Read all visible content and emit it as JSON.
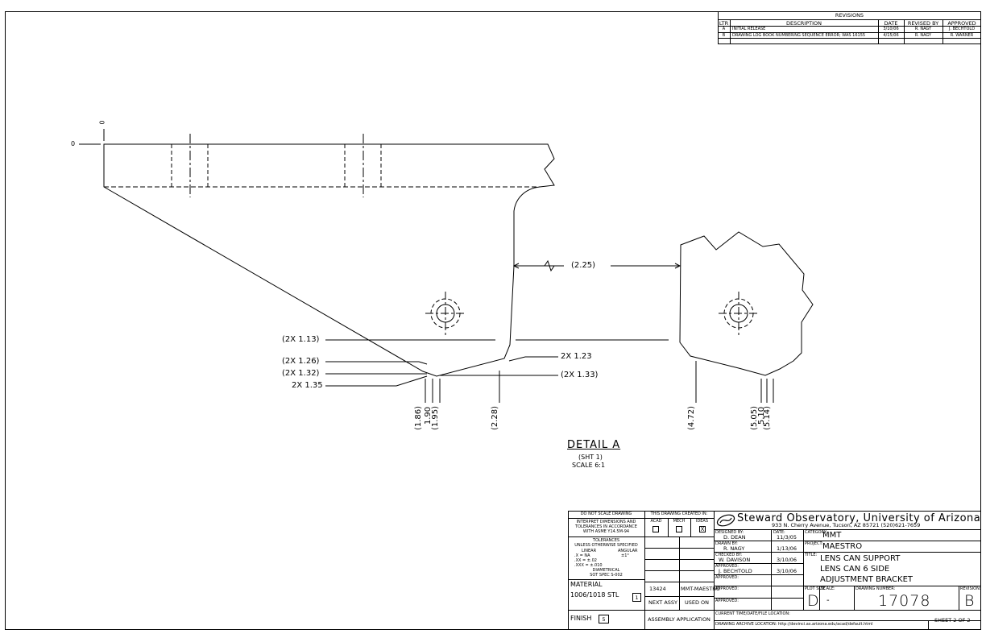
{
  "revisions": {
    "title": "REVISIONS",
    "headers": [
      "LTR",
      "DESCRIPTION",
      "DATE",
      "REVISED BY",
      "APPROVED"
    ],
    "rows": [
      [
        "A",
        "INITIAL RELEASE",
        "3/10/06",
        "R. NAGY",
        "J. BECHTOLD"
      ],
      [
        "B",
        "DRAWING LOG BOOK NUMBERING SEQUENCE ERROR; WAS 16155",
        "4/15/06",
        "R. NAGY",
        "R. WARNER"
      ]
    ]
  },
  "drawing": {
    "origin_x": "0",
    "origin_y": "0",
    "dim_gap": "(2.25)",
    "left_dims": [
      "(2X 1.13)",
      "(2X 1.26)",
      "(2X 1.32)",
      "2X 1.35"
    ],
    "right_dims": [
      "2X 1.23",
      "(2X 1.33)"
    ],
    "bottom_dims": [
      "(1.86)",
      "1.90",
      "(1.95)",
      "(2.28)",
      "(4.72)",
      "(5.05)",
      "5.10",
      "(5.14)"
    ]
  },
  "detail": {
    "title": "DETAIL A",
    "sheet": "(SHT 1)",
    "scale": "SCALE 6:1"
  },
  "titleblock": {
    "do_not_scale": "DO NOT SCALE DRAWING",
    "interpret": [
      "INTERPRET DIMENSIONS AND",
      "TOLERANCES IN ACCORDANCE",
      "WITH ASME Y14.5M-94"
    ],
    "tolerances_title": "TOLERANCES",
    "tolerances_sub": "UNLESS OTHERWISE SPECIFIED",
    "linear": "LINEAR",
    "angular": "ANGULAR",
    "tol_x": ".X  = NA",
    "tol_xx": ".XX  = ±.02",
    "tol_xxx": ".XXX = ±.010",
    "tol_ang": "±1°",
    "diametrical": "DIAMETRICAL",
    "sot_spec": "SOT SPEC S-002",
    "material_label": "MATERIAL",
    "material": "1006/1018 STL",
    "material_note": "1",
    "finish_label": "FINISH",
    "finish_note": "5",
    "created_in": "THIS DRAWING CREATED IN:",
    "cad_options": [
      "ACAD",
      "MECH",
      "IDEAS"
    ],
    "cad_checked": "X",
    "assy_number": "13424",
    "assy_name": "MMT-MAESTRO",
    "next_assy": "NEXT ASSY",
    "used_on": "USED ON",
    "assembly_app": "ASSEMBLY APPLICATION",
    "org_name": "Steward Observatory, University of Arizona",
    "org_address": "933 N. Cherry Avenue, Tucson, AZ  85721   (520)621-7659",
    "designed_label": "DESIGNED BY:",
    "designed_by": "D. DEAN",
    "date_label": "DATE:",
    "designed_date": "11/3/05",
    "drawn_label": "DRAWN BY:",
    "drawn_by": "R. NAGY",
    "drawn_date": "1/13/06",
    "checked_label": "CHECKED BY:",
    "checked_by": "W. DAVISON",
    "checked_date": "3/10/06",
    "approved_label": "APPROVED:",
    "approved_by": "J. BECHTOLD",
    "approved_date": "3/10/06",
    "category_label": "CATEGORY:",
    "category": "MMT",
    "project_label": "PROJECT:",
    "project": "MAESTRO",
    "title_label": "TITLE:",
    "title_lines": [
      "LENS CAN SUPPORT",
      "LENS CAN 6 SIDE",
      "ADJUSTMENT BRACKET"
    ],
    "plot_size_label": "PLOT SIZE",
    "plot_size": "D",
    "scale_label": "SCALE:",
    "scale": "-",
    "drawing_number_label": "DRAWING NUMBER:",
    "drawing_number": "17078",
    "revision_label": "REVISION:",
    "revision": "B",
    "current_time_label": "CURRENT TIME/DATE/FILE LOCATION:",
    "archive_label": "DRAWING ARCHIVE LOCATION: http://devinci.as.arizona.edu/acad/default.html",
    "sheet": "SHEET 2 OF 2"
  }
}
